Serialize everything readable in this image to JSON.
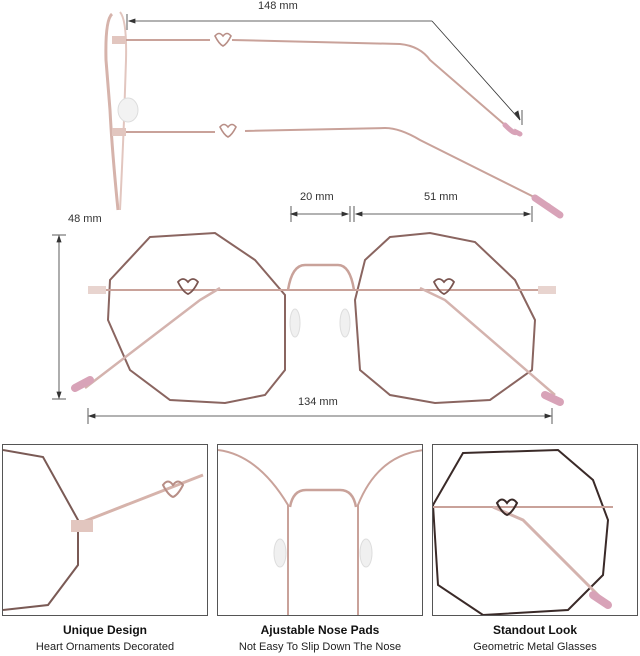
{
  "dimensions": {
    "temple_length": "148 mm",
    "bridge_width": "20 mm",
    "lens_width": "51 mm",
    "lens_height": "48 mm",
    "frame_width": "134 mm"
  },
  "colors": {
    "frame": "#c9a29a",
    "frame_dark": "#6b4a48",
    "temple_tip": "#d8a3b8",
    "dim_line": "#333333",
    "panel_border": "#555555"
  },
  "features": [
    {
      "title": "Unique Design",
      "subtitle": "Heart Ornaments Decorated"
    },
    {
      "title": "Ajustable Nose Pads",
      "subtitle": "Not Easy To Slip Down The Nose"
    },
    {
      "title": "Standout Look",
      "subtitle": "Geometric Metal Glasses"
    }
  ]
}
